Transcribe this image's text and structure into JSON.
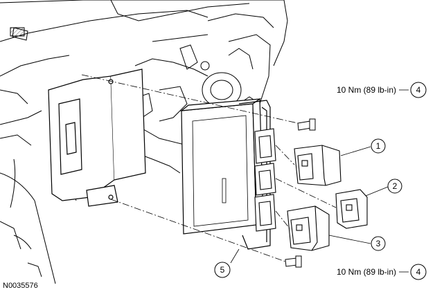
{
  "figure": {
    "id": "N0035576"
  },
  "callouts": [
    {
      "number": "1"
    },
    {
      "number": "2"
    },
    {
      "number": "3"
    },
    {
      "number": "4",
      "torque": "10 Nm (89 lb-in)"
    },
    {
      "number": "4",
      "torque": "10 Nm (89 lb-in)"
    },
    {
      "number": "5"
    }
  ]
}
